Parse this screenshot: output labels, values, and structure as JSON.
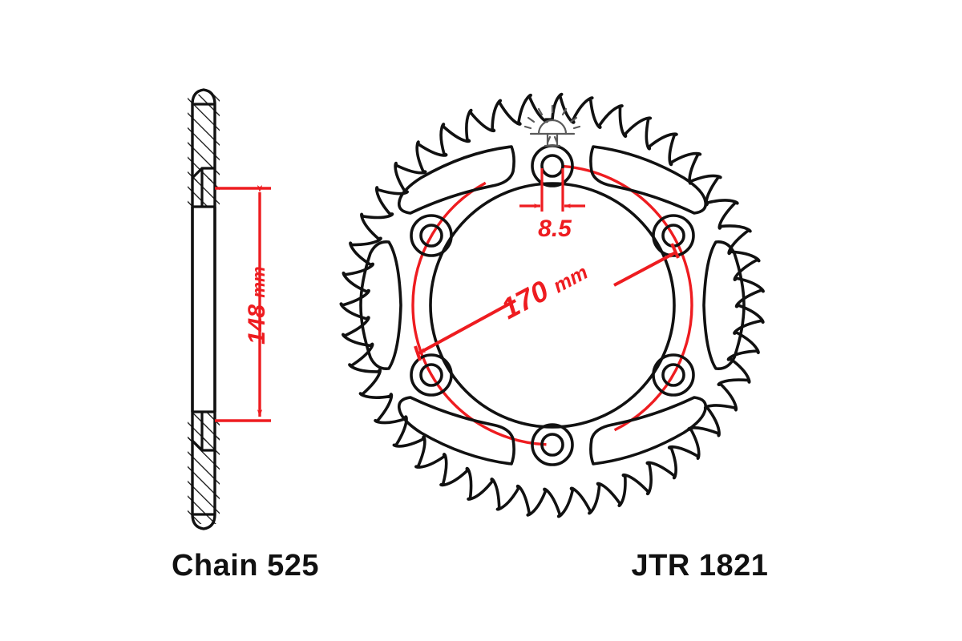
{
  "document": {
    "type": "technical-drawing",
    "subject": "motorcycle rear sprocket",
    "background_color": "#ffffff",
    "line_color": "#111111",
    "dimension_color": "#ee1c20"
  },
  "labels": {
    "chain": "Chain 525",
    "part_number": "JTR 1821"
  },
  "dimensions": {
    "bolt_circle": {
      "value": "170",
      "unit": "mm",
      "name": "bolt-circle-diameter"
    },
    "outer_diameter": {
      "value": "148",
      "unit": "mm",
      "name": "overall-diameter-side-view"
    },
    "bolt_hole": {
      "value": "8.5",
      "unit": "",
      "name": "bolt-hole-diameter"
    }
  },
  "views": {
    "side_profile": {
      "name": "side-section-view",
      "description": "cross-sectioned edge profile with hatching"
    },
    "face": {
      "name": "face-view",
      "teeth_count": 43,
      "bolt_holes": 6,
      "lightening_cutouts": 6
    }
  },
  "logo": {
    "name": "sunrise-logo",
    "description": "stylized rising sun mark"
  }
}
